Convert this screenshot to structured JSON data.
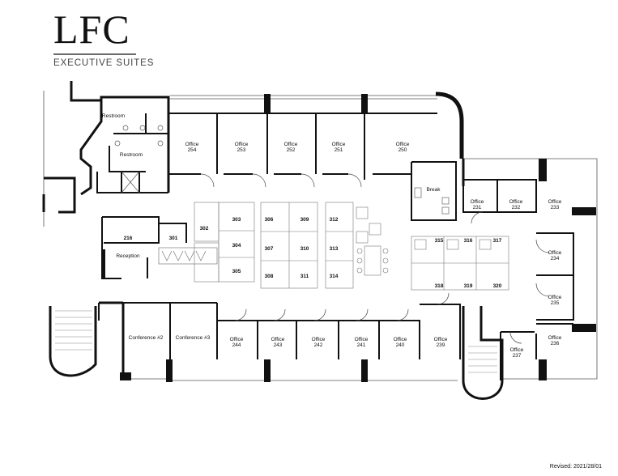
{
  "logo": {
    "letters": "LFC",
    "subtitle": "EXECUTIVE SUITES"
  },
  "rooms": [
    {
      "id": "office-254",
      "name": "Office",
      "number": "254"
    },
    {
      "id": "office-253",
      "name": "Office",
      "number": "253"
    },
    {
      "id": "office-252",
      "name": "Office",
      "number": "252"
    },
    {
      "id": "office-251",
      "name": "Office",
      "number": "251"
    },
    {
      "id": "office-250",
      "name": "Office",
      "number": "250"
    },
    {
      "id": "office-231",
      "name": "Office",
      "number": "231"
    },
    {
      "id": "office-232",
      "name": "Office",
      "number": "232"
    },
    {
      "id": "office-233",
      "name": "Office",
      "number": "233"
    },
    {
      "id": "office-234",
      "name": "Office",
      "number": "234"
    },
    {
      "id": "office-235",
      "name": "Office",
      "number": "235"
    },
    {
      "id": "office-236",
      "name": "Office",
      "number": "236"
    },
    {
      "id": "office-237",
      "name": "Office",
      "number": "237"
    },
    {
      "id": "office-239",
      "name": "Office",
      "number": "239"
    },
    {
      "id": "office-240",
      "name": "Office",
      "number": "240"
    },
    {
      "id": "office-241",
      "name": "Office",
      "number": "241"
    },
    {
      "id": "office-242",
      "name": "Office",
      "number": "242"
    },
    {
      "id": "office-243",
      "name": "Office",
      "number": "243"
    },
    {
      "id": "office-244",
      "name": "Office",
      "number": "244"
    }
  ],
  "spaces": [
    {
      "id": "restroom-upper",
      "name": "Restroom"
    },
    {
      "id": "restroom-lower",
      "name": "Restroom"
    },
    {
      "id": "break-room",
      "name": "Break"
    },
    {
      "id": "reception",
      "name": "Reception"
    },
    {
      "id": "conference-2",
      "name": "Conference #2"
    },
    {
      "id": "conference-3",
      "name": "Conference #3"
    }
  ],
  "workstations": [
    "216",
    "301",
    "302",
    "303",
    "304",
    "305",
    "306",
    "307",
    "308",
    "309",
    "310",
    "311",
    "312",
    "313",
    "314",
    "315",
    "316",
    "317",
    "318",
    "319",
    "320"
  ],
  "revised": "Revised: 2021/28/01"
}
